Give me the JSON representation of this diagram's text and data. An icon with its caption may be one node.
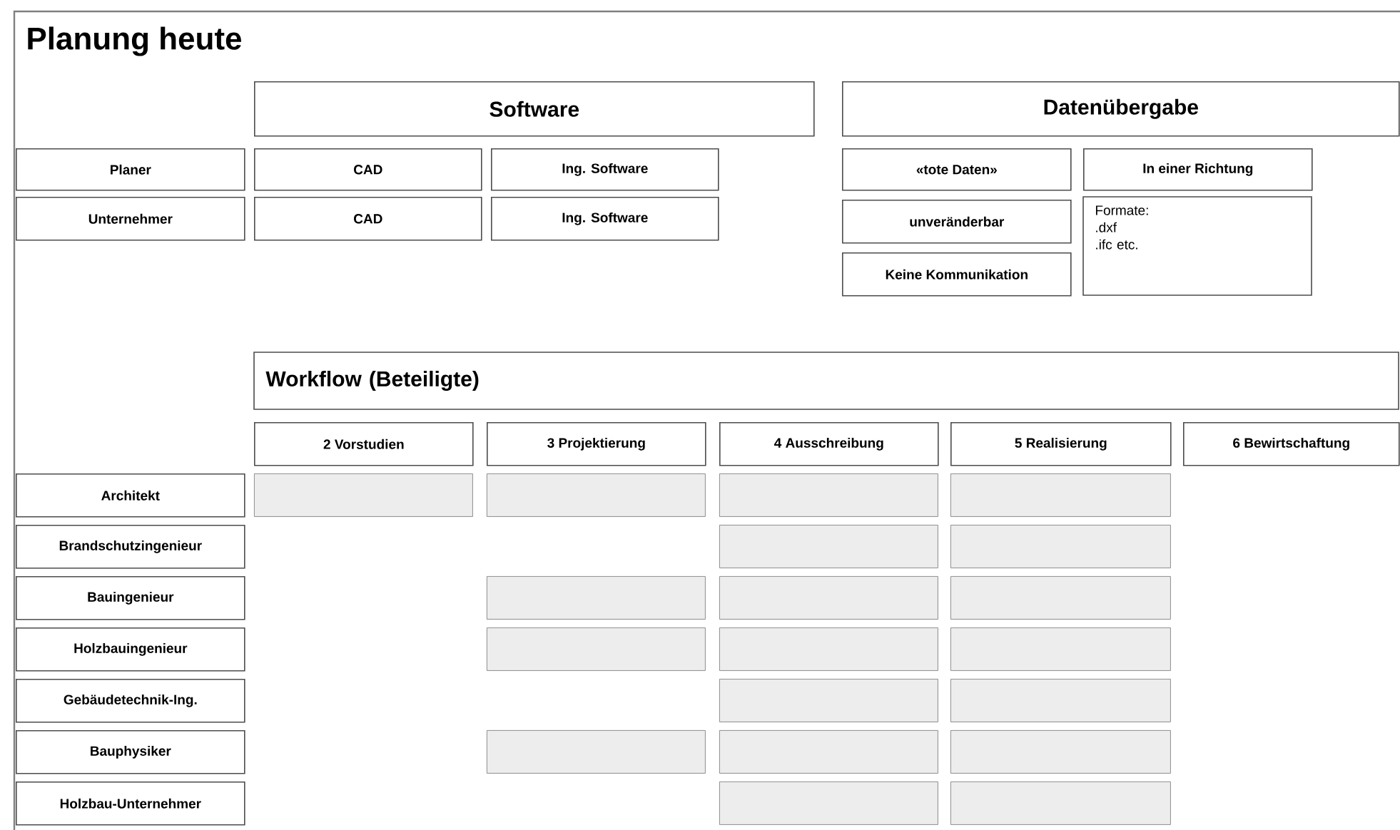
{
  "diagram": {
    "title": "Planung heute",
    "nodes": [
      {
        "text": [
          "Software"
        ]
      },
      {
        "text": [
          "Datenübergabe"
        ]
      },
      {
        "text": [
          "Planer"
        ]
      },
      {
        "text": [
          "CAD"
        ]
      },
      {
        "text": [
          "Ing. Software"
        ]
      },
      {
        "text": [
          "«tote Daten»"
        ]
      },
      {
        "text": [
          "In einer Richtung"
        ]
      },
      {
        "text": [
          "Unternehmer"
        ]
      },
      {
        "text": [
          "CAD"
        ]
      },
      {
        "text": [
          "Ing. Software"
        ]
      },
      {
        "text": [
          "unveränderbar"
        ]
      },
      {
        "text": [
          "Formate:",
          ".dxf",
          ".ifc etc."
        ]
      },
      {
        "text": [
          "Keine Kommunikation"
        ]
      },
      {
        "text": [
          "Workflow (Beteiligte)"
        ]
      },
      {
        "text": [
          "2 Vorstudien"
        ]
      },
      {
        "text": [
          "3 Projektierung"
        ]
      },
      {
        "text": [
          "4 Ausschreibung"
        ]
      },
      {
        "text": [
          "5 Realisierung"
        ]
      },
      {
        "text": [
          "6 Bewirtschaftung"
        ]
      },
      {
        "text": [
          "Architekt"
        ]
      },
      {
        "text": [],
        "shape": "box"
      },
      {
        "text": [],
        "shape": "box"
      },
      {
        "text": [],
        "shape": "box"
      },
      {
        "text": [],
        "shape": "box"
      },
      {
        "text": [
          "Brandschutzingenieur"
        ]
      },
      {
        "text": [],
        "shape": "box"
      },
      {
        "text": [],
        "shape": "box"
      },
      {
        "text": [
          "Bauingenieur"
        ]
      },
      {
        "text": [],
        "shape": "box"
      },
      {
        "text": [],
        "shape": "box"
      },
      {
        "text": [],
        "shape": "box"
      },
      {
        "text": [
          "Holzbauingenieur"
        ]
      },
      {
        "text": [],
        "shape": "box"
      },
      {
        "text": [],
        "shape": "box"
      },
      {
        "text": [],
        "shape": "box"
      },
      {
        "text": [
          "Gebäudetechnik-Ing."
        ]
      },
      {
        "text": [],
        "shape": "box"
      },
      {
        "text": [],
        "shape": "box"
      },
      {
        "text": [
          "Bauphysiker"
        ]
      },
      {
        "text": [],
        "shape": "box"
      },
      {
        "text": [],
        "shape": "box"
      },
      {
        "text": [],
        "shape": "box"
      },
      {
        "text": [
          "Holzbau-Unternehmer"
        ]
      },
      {
        "text": [],
        "shape": "box"
      },
      {
        "text": [],
        "shape": "box"
      }
    ]
  }
}
